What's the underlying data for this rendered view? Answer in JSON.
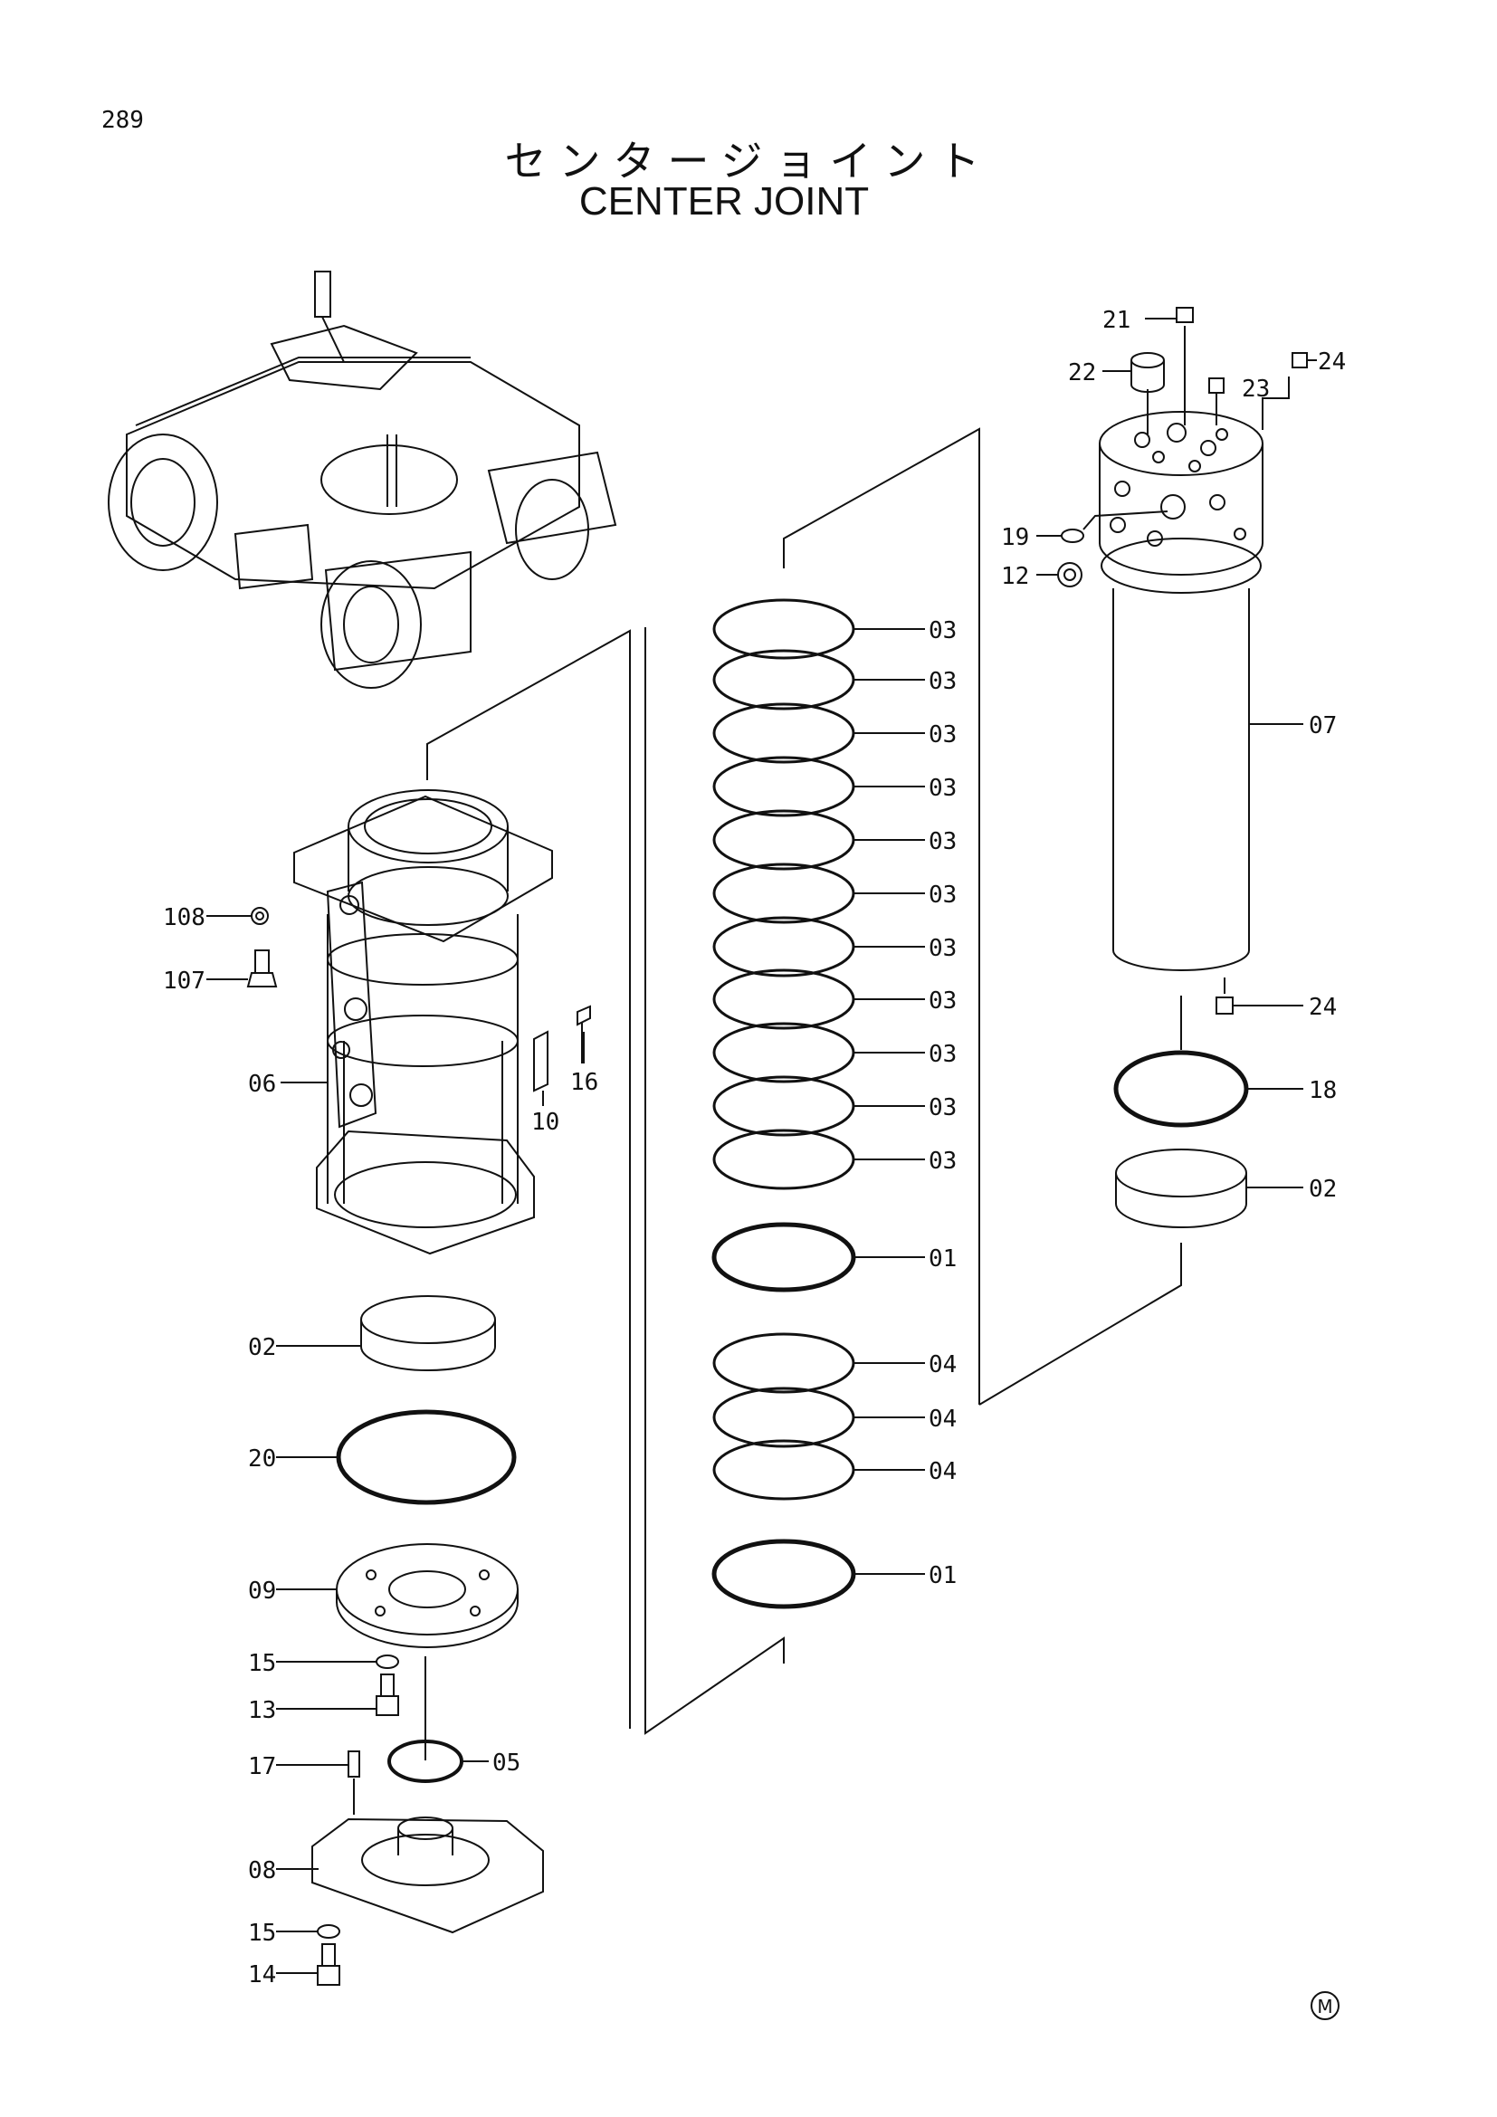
{
  "page": {
    "number": "289",
    "title_jp": "センタージョイント",
    "title_en": "CENTER JOINT",
    "mark": "M"
  },
  "labels": {
    "l21": "21",
    "l22": "22",
    "l23": "23",
    "l24a": "24",
    "l19": "19",
    "l12": "12",
    "l07": "07",
    "l24b": "24",
    "l18": "18",
    "l02r": "02",
    "l03_1": "03",
    "l03_2": "03",
    "l03_3": "03",
    "l03_4": "03",
    "l03_5": "03",
    "l03_6": "03",
    "l03_7": "03",
    "l03_8": "03",
    "l03_9": "03",
    "l03_10": "03",
    "l03_11": "03",
    "l01a": "01",
    "l04a": "04",
    "l04b": "04",
    "l04c": "04",
    "l01b": "01",
    "l108": "108",
    "l107": "107",
    "l06": "06",
    "l16": "16",
    "l10": "10",
    "l02l": "02",
    "l20": "20",
    "l09": "09",
    "l15a": "15",
    "l13": "13",
    "l17": "17",
    "l05": "05",
    "l08": "08",
    "l15b": "15",
    "l14": "14"
  }
}
